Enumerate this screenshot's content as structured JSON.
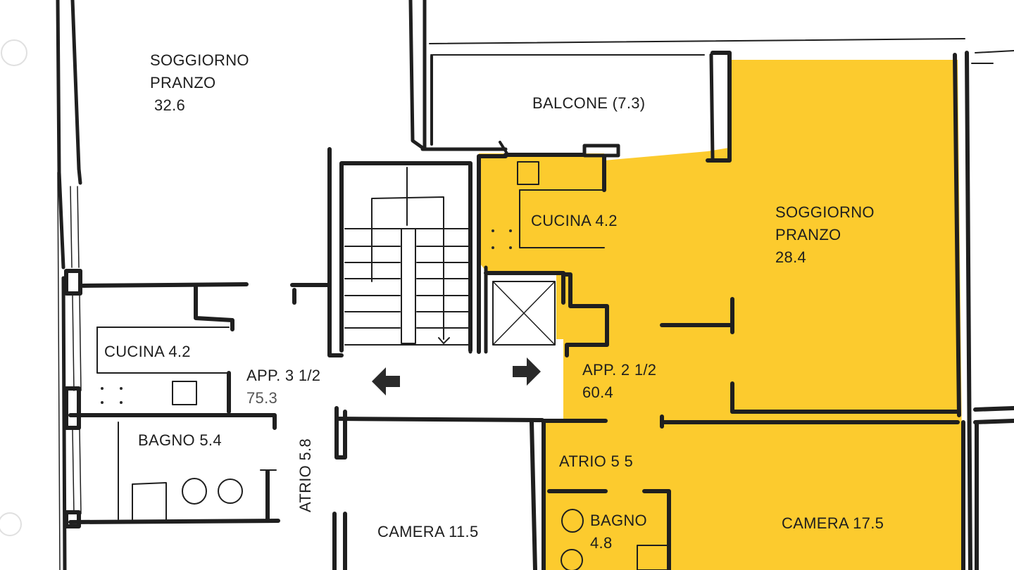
{
  "colors": {
    "highlight_fill": "#FCCB2E",
    "wall": "#1f1f1f",
    "background": "#ffffff"
  },
  "apartments": [
    {
      "id": "left",
      "label": "APP. 3 1/2",
      "area": "75.3",
      "highlighted": false
    },
    {
      "id": "right",
      "label": "APP. 2 1/2",
      "area": "60.4",
      "highlighted": true
    }
  ],
  "rooms": {
    "left_soggiorno": {
      "name_line1": "SOGGIORNO",
      "name_line2": "PRANZO",
      "area": "32.6"
    },
    "balcone": {
      "label": "BALCONE (7.3)"
    },
    "right_soggiorno": {
      "name_line1": "SOGGIORNO",
      "name_line2": "PRANZO",
      "area": "28.4"
    },
    "right_cucina": {
      "label": "CUCINA 4.2"
    },
    "left_cucina": {
      "label": "CUCINA 4.2"
    },
    "left_bagno": {
      "label": "BAGNO 5.4"
    },
    "left_atrio": {
      "label": "ATRIO 5.8"
    },
    "left_camera": {
      "label": "CAMERA 11.5"
    },
    "right_atrio": {
      "label": "ATRIO 5 5"
    },
    "right_bagno": {
      "name": "BAGNO",
      "area": "4.8"
    },
    "right_camera": {
      "label": "CAMERA 17.5"
    }
  },
  "icons": {
    "arrow_left": "direction-left-arrow",
    "arrow_right": "direction-right-arrow",
    "stairs": "staircase",
    "elevator": "elevator-shaft"
  }
}
